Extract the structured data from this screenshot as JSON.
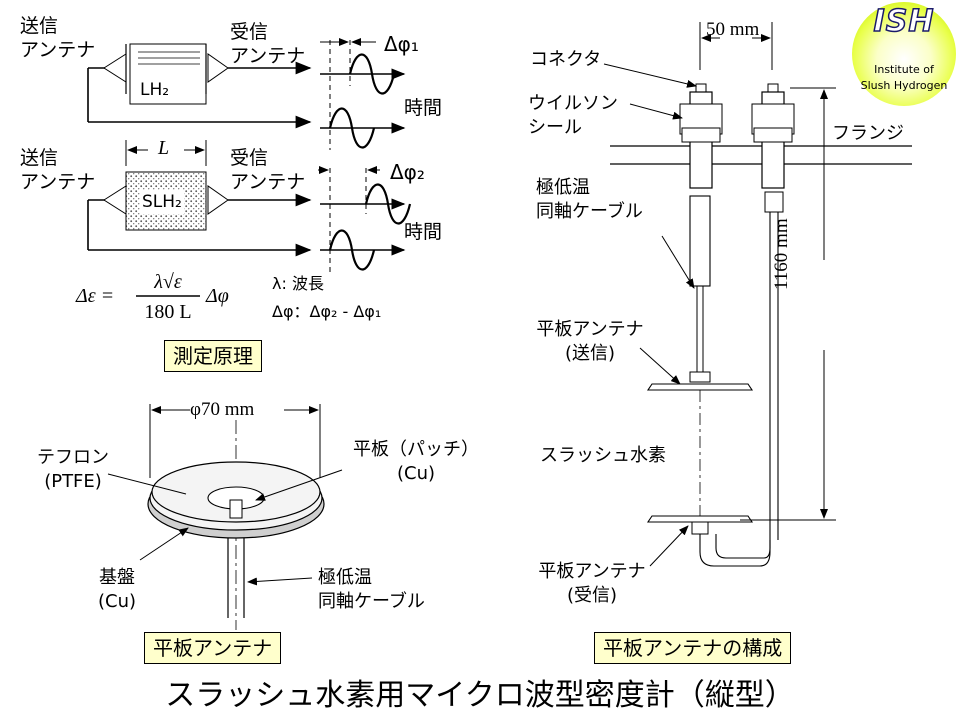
{
  "principle": {
    "tx_label": "送信\nアンテナ",
    "rx_label": "受信\nアンテナ",
    "lh2": "LH₂",
    "slh2": "SLH₂",
    "length_symbol": "L",
    "dphi1": "Δφ₁",
    "dphi2": "Δφ₂",
    "time1": "時間",
    "time2": "時間",
    "formula_lhs": "Δε =",
    "formula_num": "λ√ε",
    "formula_den": "180 L",
    "formula_rhs": "Δφ",
    "legend_lambda": "λ: 波長",
    "legend_dphi": "Δφ：Δφ₂ - Δφ₁",
    "label": "測定原理"
  },
  "flat_antenna": {
    "diameter": "φ70 mm",
    "teflon": "テフロン\n(PTFE)",
    "patch": "平板（パッチ）\n(Cu)",
    "substrate": "基盤\n(Cu)",
    "coax": "極低温\n同軸ケーブル",
    "label": "平板アンテナ"
  },
  "assembly": {
    "spacing": "50 mm",
    "connector": "コネクタ",
    "wilson_seal": "ウイルソン\nシール",
    "flange": "フランジ",
    "coax": "極低温\n同軸ケーブル",
    "length": "1160 mm",
    "tx_antenna": "平板アンテナ\n(送信)",
    "slush": "スラッシュ水素",
    "rx_antenna": "平板アンテナ\n(受信)",
    "label": "平板アンテナの構成"
  },
  "logo": {
    "mark": "ISH",
    "line1": "Institute of",
    "line2": "Slush Hydrogen"
  },
  "title": "スラッシュ水素用マイクロ波型密度計（縦型）"
}
